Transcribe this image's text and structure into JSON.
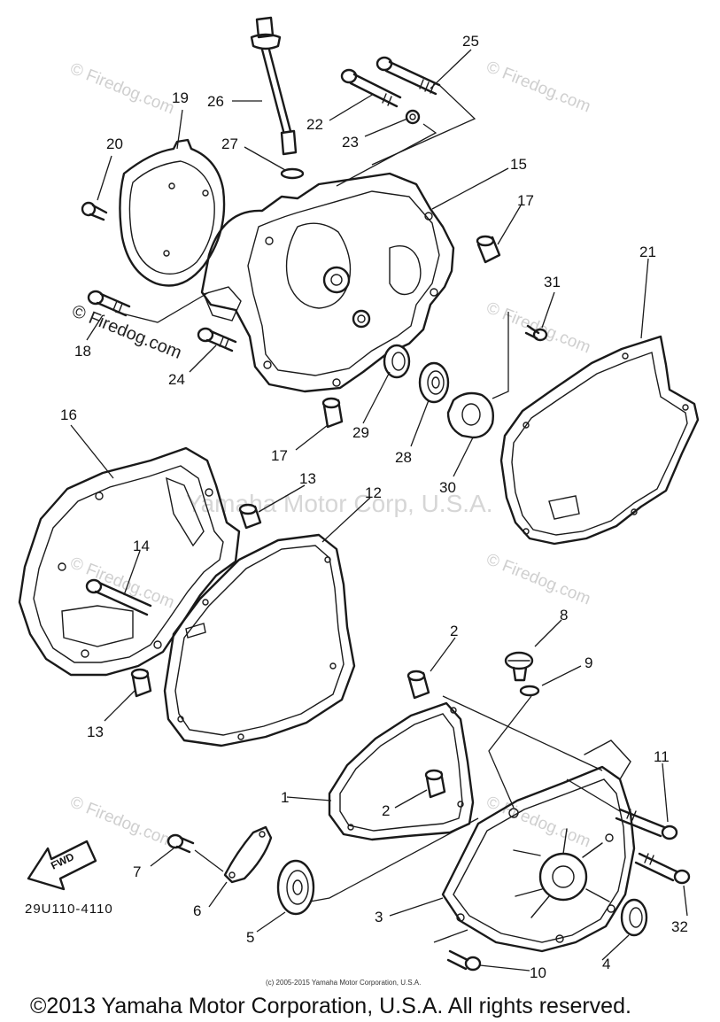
{
  "watermarks": {
    "site": "© Firedog.com",
    "center": "Yamaha Motor Corp, U.S.A."
  },
  "part_numbers": [
    "1",
    "2",
    "2",
    "3",
    "4",
    "5",
    "6",
    "7",
    "8",
    "9",
    "10",
    "11",
    "12",
    "13",
    "13",
    "14",
    "15",
    "16",
    "17",
    "17",
    "18",
    "19",
    "20",
    "21",
    "22",
    "23",
    "24",
    "25",
    "26",
    "27",
    "28",
    "29",
    "30",
    "31",
    "32"
  ],
  "diagram_code": "29U110-4110",
  "fwd_label": "FWD",
  "small_copyright": "(c) 2005-2015 Yamaha Motor Corporation, U.S.A.",
  "footer_copyright": "©2013 Yamaha Motor Corporation, U.S.A. All rights reserved."
}
